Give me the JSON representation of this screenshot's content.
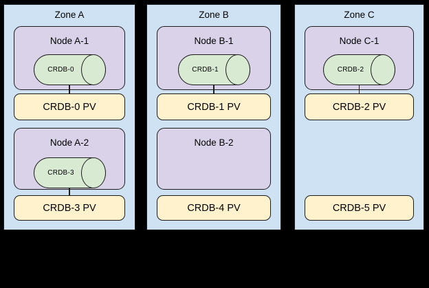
{
  "diagram": {
    "background": "#000000",
    "colors": {
      "zone_fill": "#cfe2f3",
      "node_fill": "#d9d2e9",
      "pod_fill": "#d9ead3",
      "pv_fill": "#fff2cc",
      "border": "#1c1c1c"
    },
    "zones": [
      {
        "label": "Zone A",
        "slots": [
          {
            "node": "Node A-1",
            "pod": "CRDB-0",
            "pv": "CRDB-0 PV",
            "connected": true
          },
          {
            "node": "Node A-2",
            "pod": "CRDB-3",
            "pv": "CRDB-3 PV",
            "connected": true
          }
        ]
      },
      {
        "label": "Zone B",
        "slots": [
          {
            "node": "Node B-1",
            "pod": "CRDB-1",
            "pv": "CRDB-1 PV",
            "connected": true
          },
          {
            "node": "Node B-2",
            "pod": null,
            "pv": "CRDB-4 PV",
            "connected": false
          }
        ]
      },
      {
        "label": "Zone C",
        "slots": [
          {
            "node": "Node C-1",
            "pod": "CRDB-2",
            "pv": "CRDB-2 PV",
            "connected": true
          },
          {
            "node": null,
            "pod": null,
            "pv": "CRDB-5 PV",
            "connected": false
          }
        ]
      }
    ]
  }
}
